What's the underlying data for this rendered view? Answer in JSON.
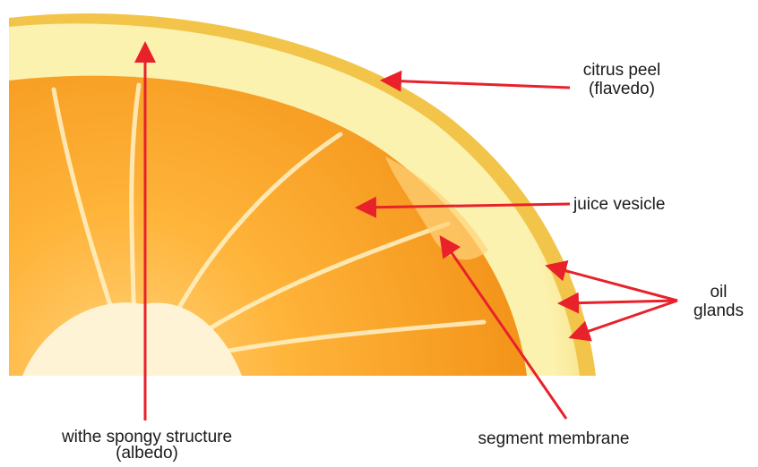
{
  "diagram": {
    "subject": "orange-slice-cross-section",
    "colors": {
      "peel_outer": "#f2c54a",
      "albedo": "#fbefa8",
      "flesh": "#f39a1c",
      "flesh_light": "#ffc45a",
      "core": "#fff3d6",
      "arrow": "#e8212b"
    },
    "labels": {
      "citrus_peel": {
        "line1": "citrus peel",
        "line2": "(flavedo)"
      },
      "juice_vesicle": "juice vesicle",
      "oil_glands": {
        "line1": "oil",
        "line2": "glands"
      },
      "segment_membrane": "segment membrane",
      "albedo": {
        "line1": "withe spongy structure",
        "line2": "(albedo)"
      }
    }
  }
}
